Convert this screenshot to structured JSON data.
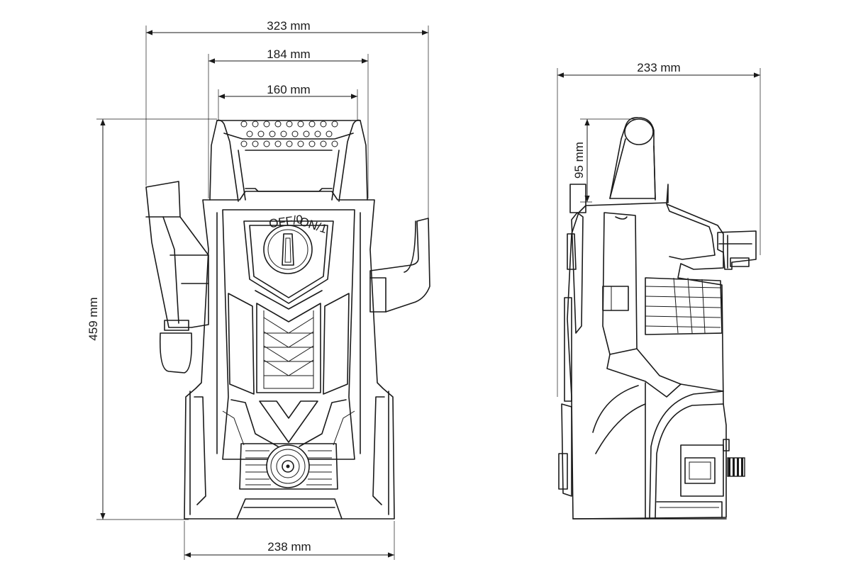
{
  "dimensions": {
    "front_overall_width": "323 mm",
    "front_handle_outer_width": "184 mm",
    "front_handle_inner_width": "160 mm",
    "front_height": "459 mm",
    "front_base_width": "238 mm",
    "side_depth": "233 mm",
    "side_handle_height": "95 mm"
  },
  "switch": {
    "off_label": "OFF/0",
    "on_label": "ON/1"
  },
  "colors": {
    "line": "#1a1a1a",
    "background": "#ffffff"
  }
}
